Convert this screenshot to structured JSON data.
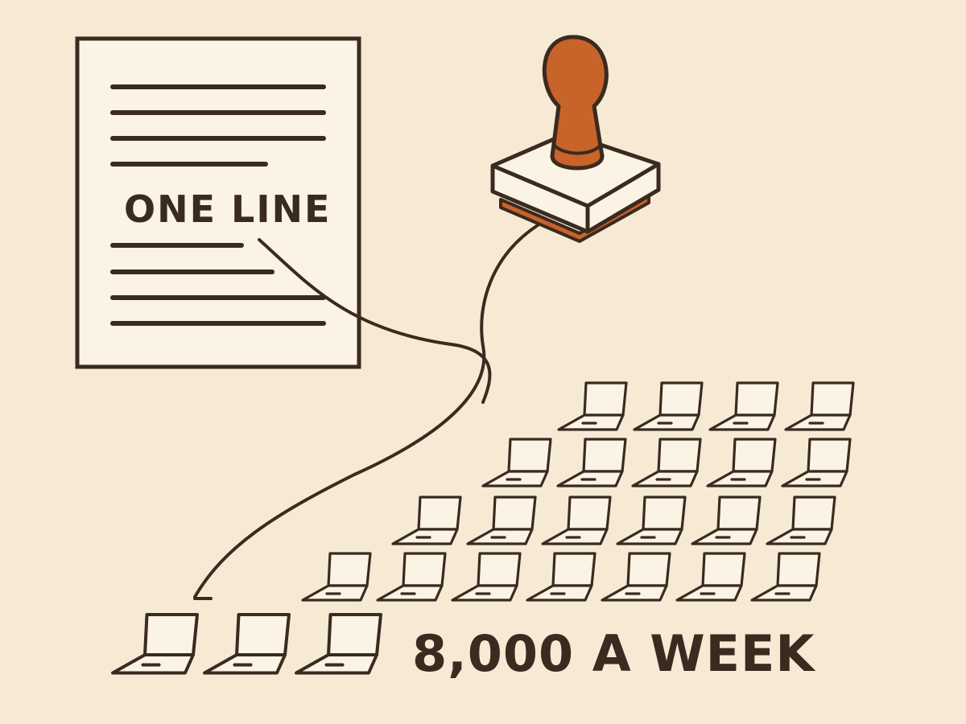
{
  "document": {
    "label": "ONE LINE"
  },
  "caption": {
    "text": "8,000 A WEEK"
  },
  "colors": {
    "background": "#f6ead5",
    "ink": "#3a2a20",
    "stamp_handle": "#c8632a",
    "stamp_base": "#fbf3e4"
  },
  "icons": {
    "document": "document-icon",
    "stamp": "rubber-stamp-icon",
    "device": "laptop-icon"
  },
  "laptop_rows": [
    4,
    5,
    6,
    7,
    3
  ]
}
